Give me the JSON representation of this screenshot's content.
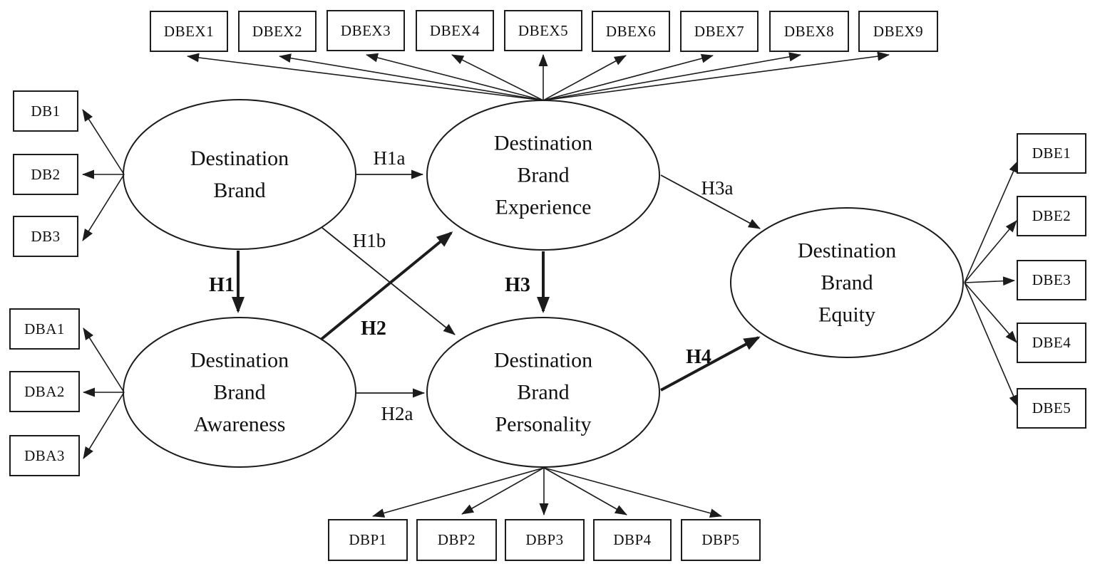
{
  "constructs": {
    "destination_brand": {
      "label": "Destination\nBrand"
    },
    "destination_brand_experience": {
      "label": "Destination\nBrand\nExperience"
    },
    "destination_brand_awareness": {
      "label": "Destination\nBrand\nAwareness"
    },
    "destination_brand_personality": {
      "label": "Destination\nBrand\nPersonality"
    },
    "destination_brand_equity": {
      "label": "Destination\nBrand\nEquity"
    }
  },
  "indicators": {
    "db": [
      "DB1",
      "DB2",
      "DB3"
    ],
    "dba": [
      "DBA1",
      "DBA2",
      "DBA3"
    ],
    "dbex": [
      "DBEX1",
      "DBEX2",
      "DBEX3",
      "DBEX4",
      "DBEX5",
      "DBEX6",
      "DBEX7",
      "DBEX8",
      "DBEX9"
    ],
    "dbe": [
      "DBE1",
      "DBE2",
      "DBE3",
      "DBE4",
      "DBE5"
    ],
    "dbp": [
      "DBP1",
      "DBP2",
      "DBP3",
      "DBP4",
      "DBP5"
    ]
  },
  "hypotheses": {
    "h1": "H1",
    "h1a": "H1a",
    "h1b": "H1b",
    "h2": "H2",
    "h2a": "H2a",
    "h3": "H3",
    "h3a": "H3a",
    "h4": "H4"
  },
  "colors": {
    "stroke": "#1c1c1c",
    "background": "#ffffff"
  }
}
